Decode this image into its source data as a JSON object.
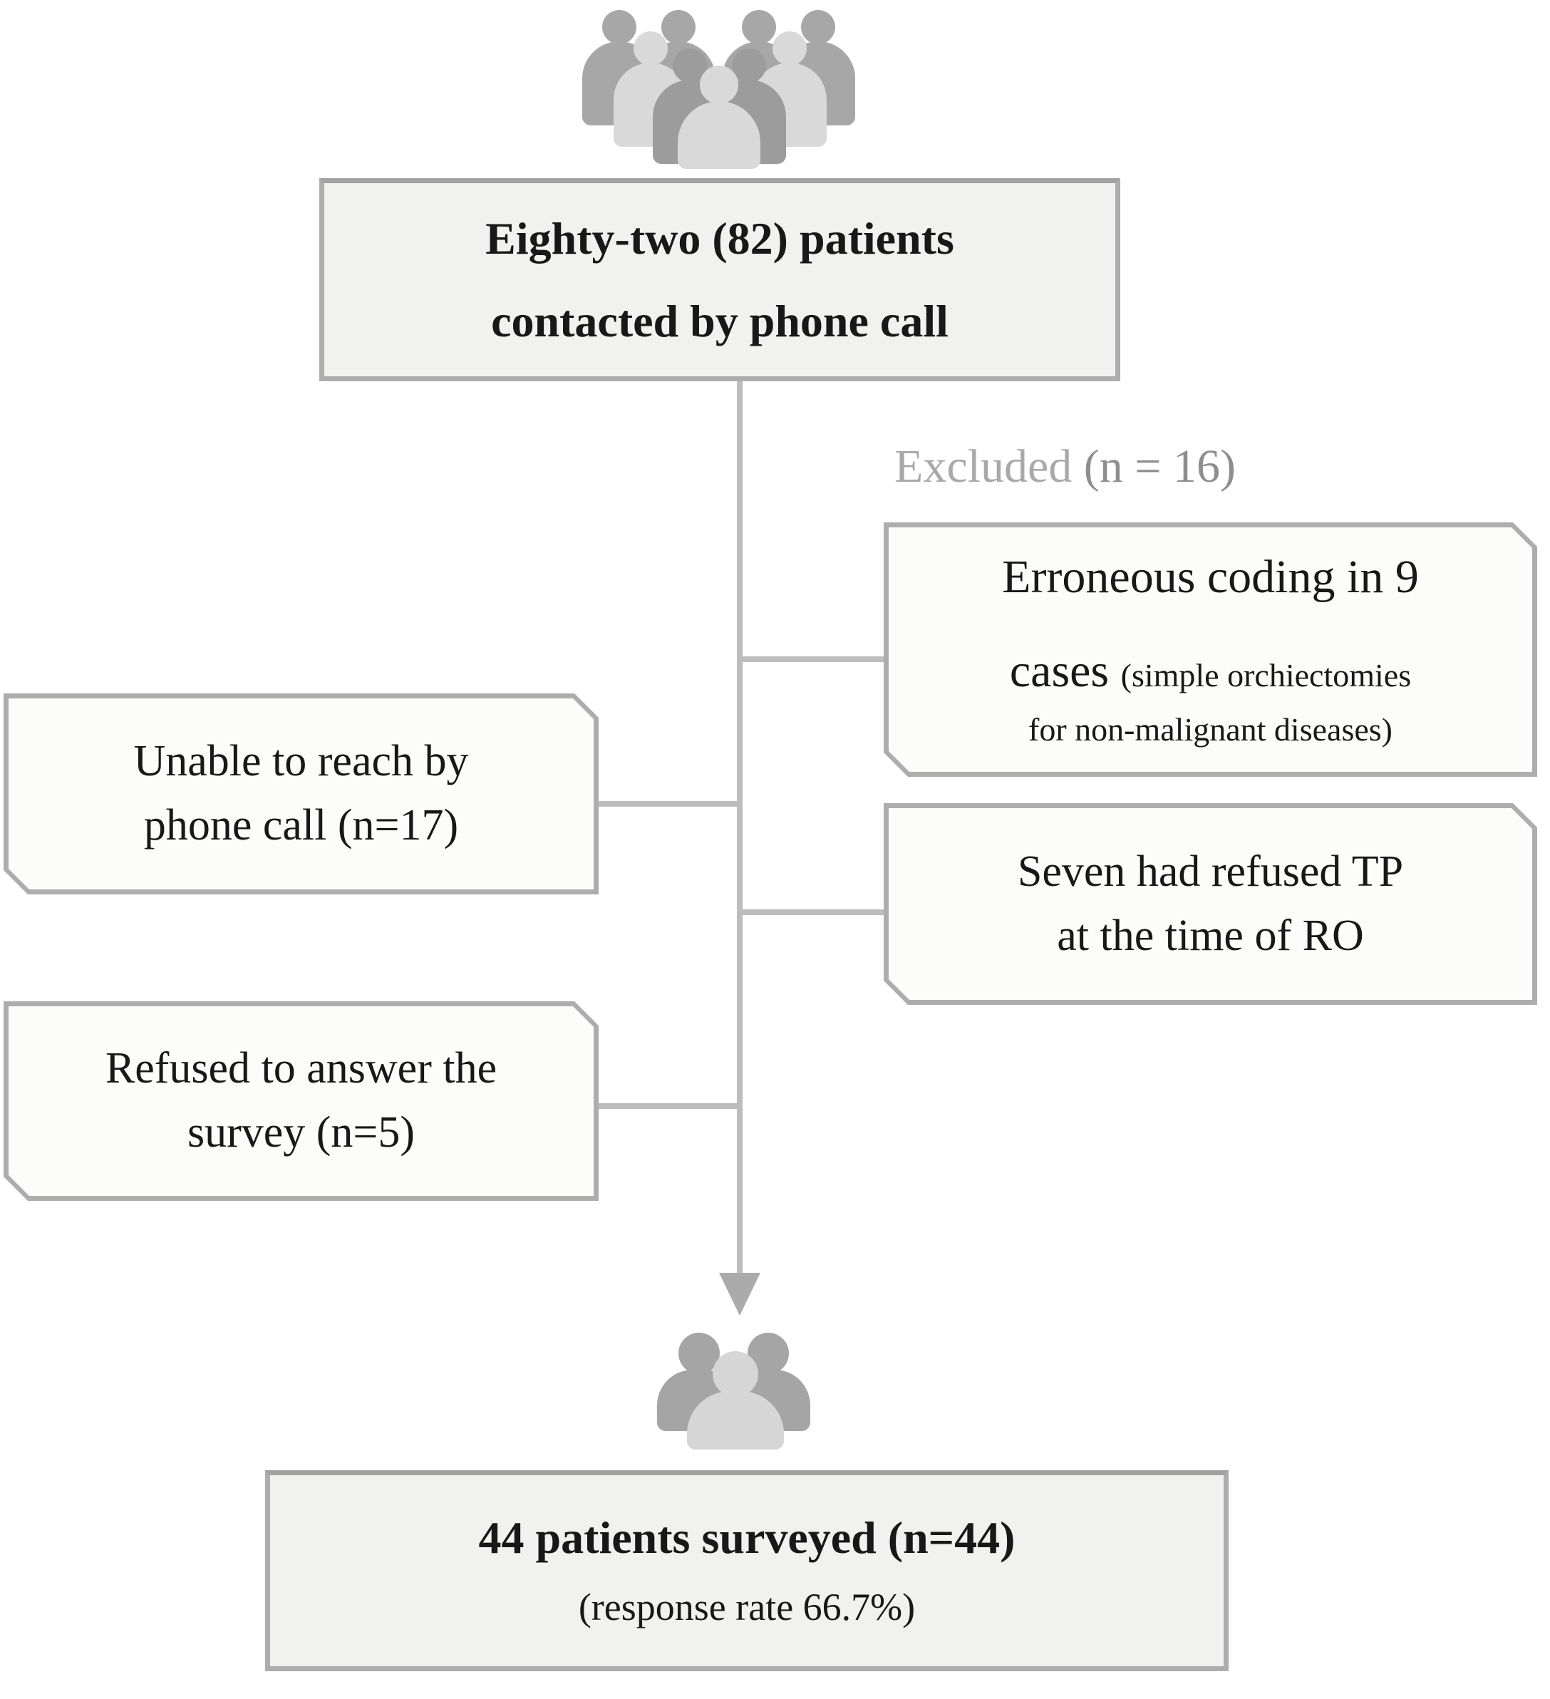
{
  "figure": {
    "type": "patient-flow-diagram",
    "top_box": {
      "line1": "Eighty-two (82) patients",
      "line2": "contacted by phone call"
    },
    "excluded_label": {
      "main": "Excluded ",
      "n": "(n = 16)"
    },
    "right_box_1": {
      "line1": "Erroneous coding in 9",
      "line2_large": "cases ",
      "line2_small": "(simple orchiectomies",
      "line3_small": "for non-malignant diseases)"
    },
    "left_box_1": {
      "line1": "Unable to reach by",
      "line2": "phone call (n=17)"
    },
    "right_box_2": {
      "line1": "Seven had refused TP",
      "line2": "at the time of RO"
    },
    "left_box_2": {
      "line1": "Refused to answer the",
      "line2": "survey (n=5)"
    },
    "bottom_box": {
      "line1": "44 patients surveyed (n=44)",
      "line2": "(response rate 66.7%)"
    },
    "icons": {
      "top": "people-group-icon",
      "bottom": "people-group-icon",
      "arrow": "arrow-down-icon"
    },
    "colors": {
      "box_border": "#adadad",
      "gray_fill": "#f1f1ef",
      "white_fill": "#fcfcfa",
      "connector": "#bdbdbd",
      "arrow": "#ababab",
      "text": "#181818",
      "excluded_main": "#a9a9a9",
      "excluded_n": "#8e8e8e",
      "person_dark": "#a7a7a7",
      "person_medium": "#9c9c9c",
      "person_light": "#d9d9d9"
    }
  }
}
